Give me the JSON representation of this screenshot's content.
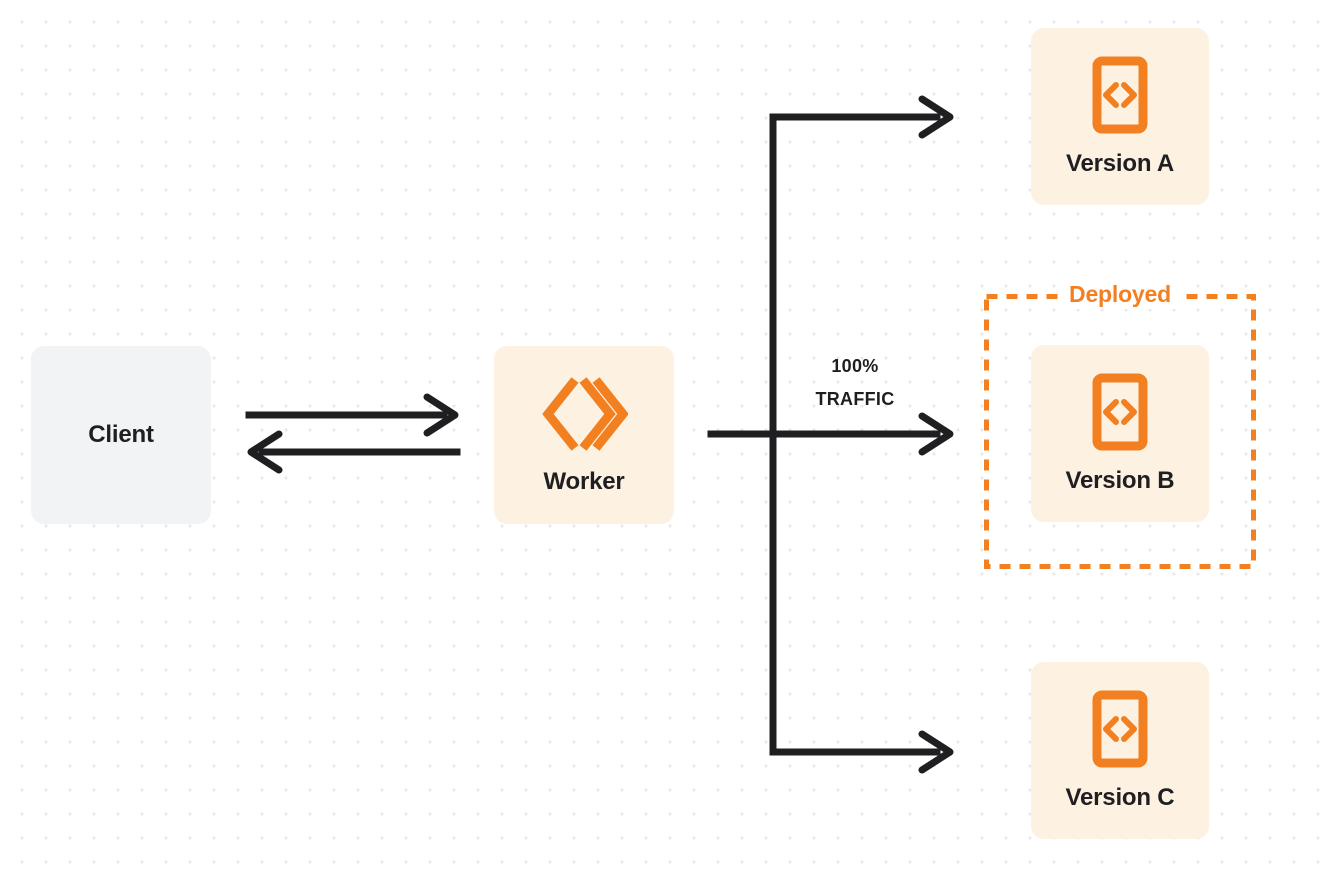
{
  "diagram": {
    "title": "Worker gradual deployment traffic split",
    "colors": {
      "orange": "#F38020",
      "card_bg": "#FDF1E2",
      "client_bg": "#F2F3F4",
      "ink": "#1F1F22",
      "dot_grid": "#E9E9EA"
    },
    "nodes": {
      "client": {
        "label": "Client",
        "icon": "none"
      },
      "worker": {
        "label": "Worker",
        "icon": "cloudflare-workers-icon"
      },
      "version_a": {
        "label": "Version A",
        "icon": "code-file-icon"
      },
      "version_b": {
        "label": "Version B",
        "icon": "code-file-icon"
      },
      "version_c": {
        "label": "Version C",
        "icon": "code-file-icon"
      }
    },
    "group": {
      "deployed_label": "Deployed"
    },
    "edges": {
      "traffic_percent": "100%",
      "traffic_word": "TRAFFIC"
    }
  }
}
